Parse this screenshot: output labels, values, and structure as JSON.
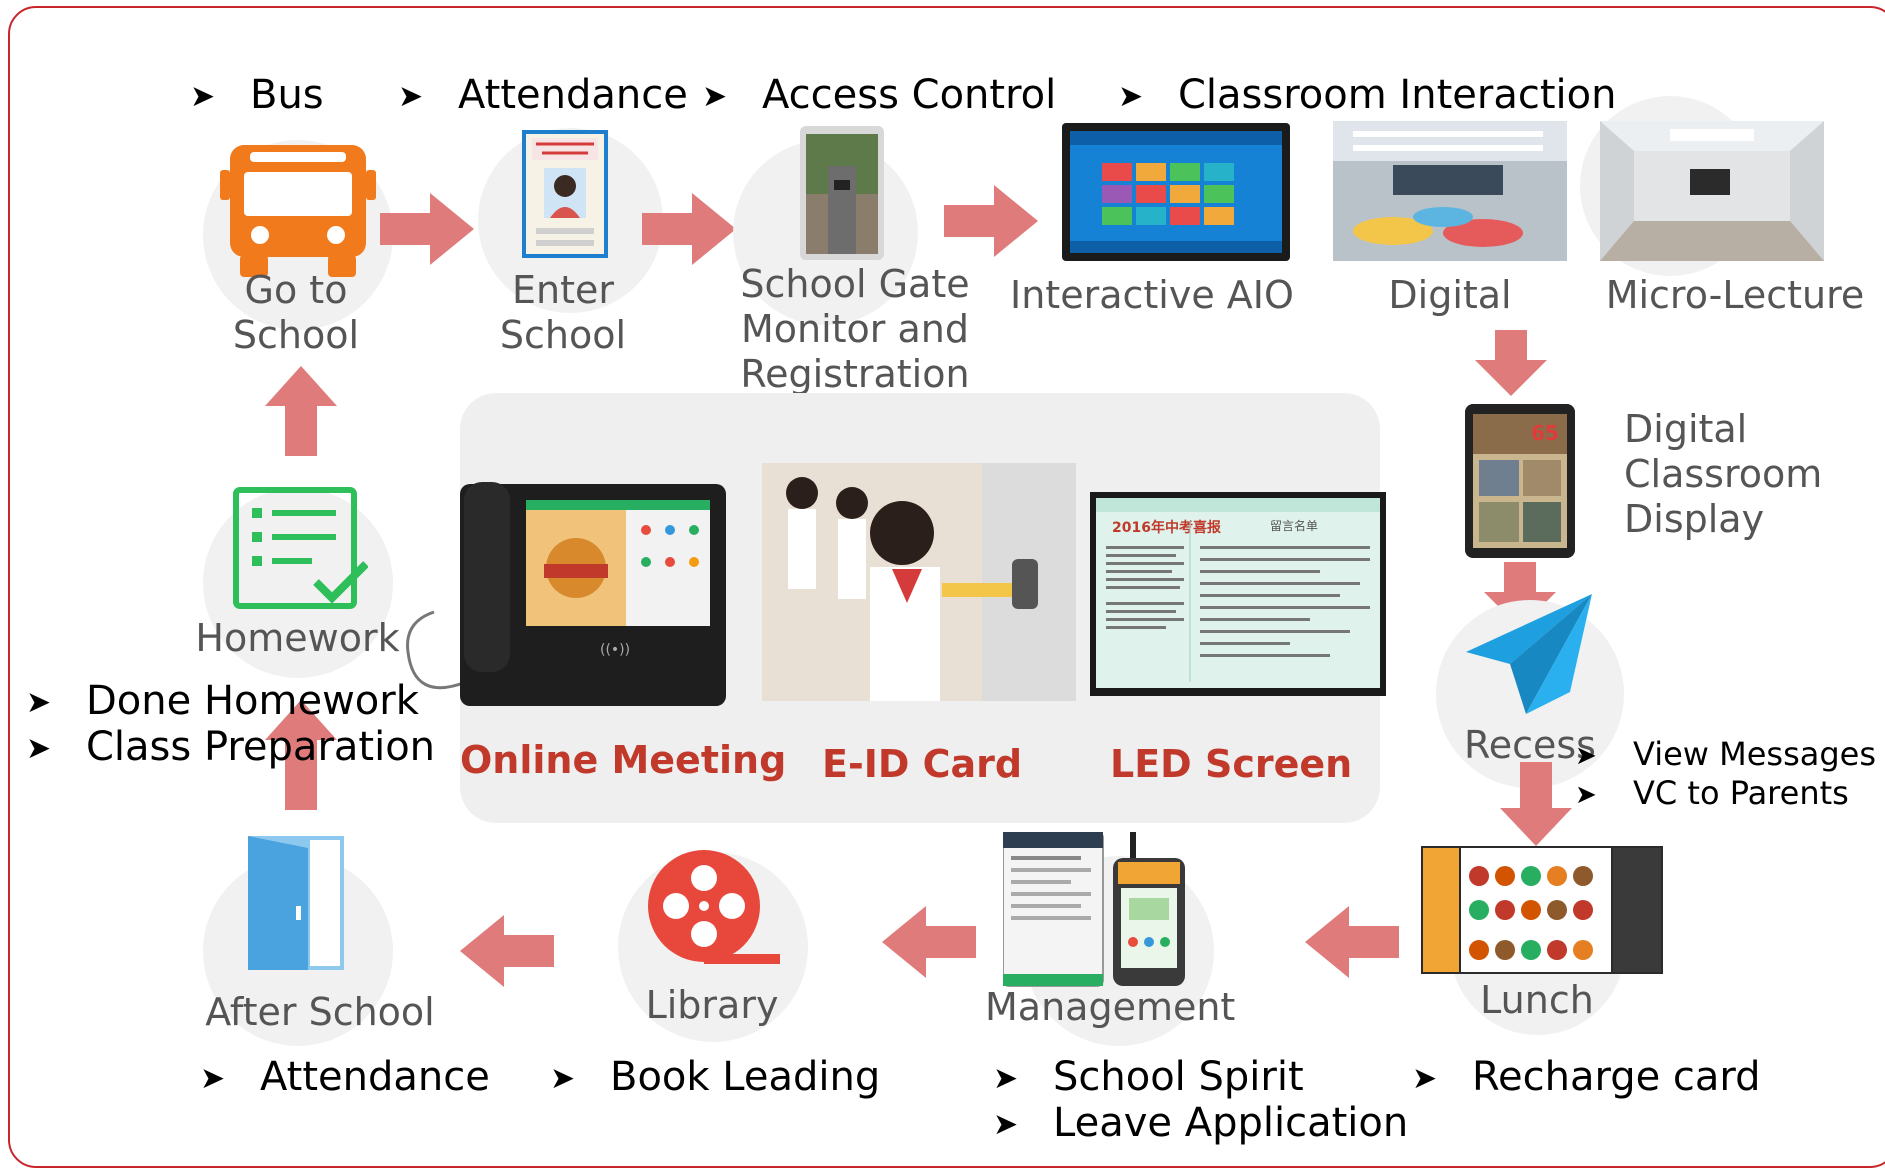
{
  "top_bullets": {
    "bus": "Bus",
    "attendance": "Attendance",
    "access_control": "Access Control",
    "classroom_interaction": "Classroom Interaction"
  },
  "stations": {
    "go_to_school": [
      "Go to",
      "School"
    ],
    "enter_school": [
      "Enter",
      "School"
    ],
    "school_gate": [
      "School Gate",
      "Monitor and",
      "Registration"
    ],
    "interactive_aio": "Interactive AIO",
    "digital": "Digital",
    "micro_lecture": "Micro-Lecture",
    "digital_classroom_display": [
      "Digital",
      "Classroom",
      "Display"
    ],
    "recess": "Recess",
    "lunch": "Lunch",
    "management": "Management",
    "library": "Library",
    "after_school": "After School",
    "homework": "Homework"
  },
  "center_panel": {
    "online_meeting": "Online Meeting",
    "eid_card": "E-ID Card",
    "led_screen": "LED Screen"
  },
  "side_bullets": {
    "homework": [
      "Done Homework",
      "Class Preparation"
    ],
    "recess": [
      "View Messages",
      "VC to Parents"
    ]
  },
  "bottom_bullets": {
    "after_school": [
      "Attendance"
    ],
    "library": [
      "Book Leading"
    ],
    "management": [
      "School Spirit",
      "Leave Application"
    ],
    "lunch": [
      "Recharge card"
    ]
  },
  "embedded_text": {
    "led_title": "2016年中考喜报",
    "led_right_title": "留言名单"
  },
  "colors": {
    "frame": "#c8262c",
    "arrow": "#e07b7b",
    "accent_red": "#c0392b",
    "bus_orange": "#f07a1c",
    "homework_green": "#2fbf5a",
    "door_blue": "#4aa3df",
    "plane_blue": "#1e9fe0",
    "reel_red": "#e8483c"
  },
  "icons": [
    "bus-icon",
    "student-id-card-icon",
    "school-gate-icon",
    "interactive-screen-icon",
    "classroom-photo",
    "lecture-room-photo",
    "tablet-display-icon",
    "paper-plane-icon",
    "canteen-screen-icon",
    "mobile-devices-icon",
    "film-reel-icon",
    "door-icon",
    "checklist-icon",
    "desk-phone-icon",
    "led-screen-icon"
  ]
}
